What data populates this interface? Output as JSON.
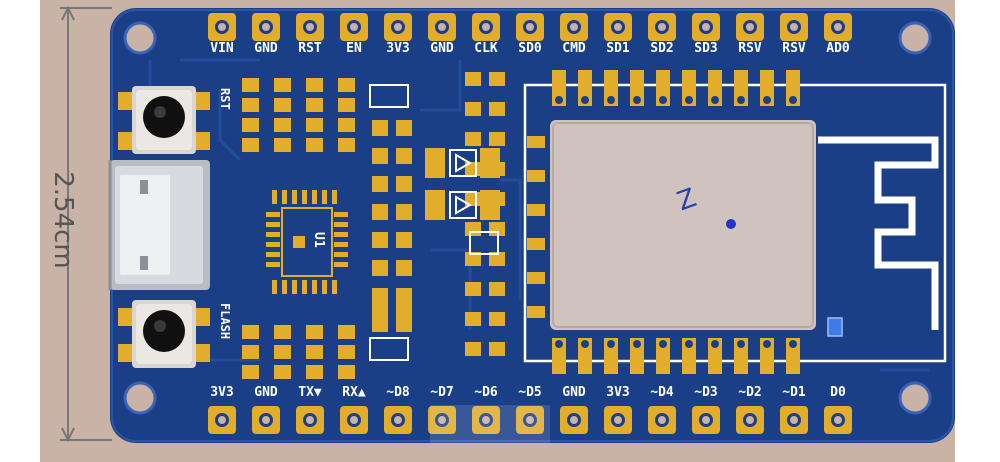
{
  "dimension": {
    "text": "2.54cm"
  },
  "top_header_labels": [
    "VIN",
    "GND",
    "RST",
    "EN",
    "3V3",
    "GND",
    "CLK",
    "SD0",
    "CMD",
    "SD1",
    "SD2",
    "SD3",
    "RSV",
    "RSV",
    "AD0"
  ],
  "bottom_header_labels": [
    "3V3",
    "GND",
    "TX▼",
    "RX▲",
    "~D8",
    "~D7",
    "~D6",
    "~D5",
    "GND",
    "3V3",
    "~D4",
    "~D3",
    "~D2",
    "~D1",
    "D0"
  ],
  "silkscreen": {
    "reset_button": "RST",
    "flash_button": "FLASH",
    "ic_ref": "U1",
    "module_mark": "Z"
  },
  "colors": {
    "pcb": "#1b3f86",
    "pad": "#e2ad2b",
    "module_shield": "#d0c3bd",
    "antenna": "#ffffff",
    "background": "#c9b2a6"
  }
}
